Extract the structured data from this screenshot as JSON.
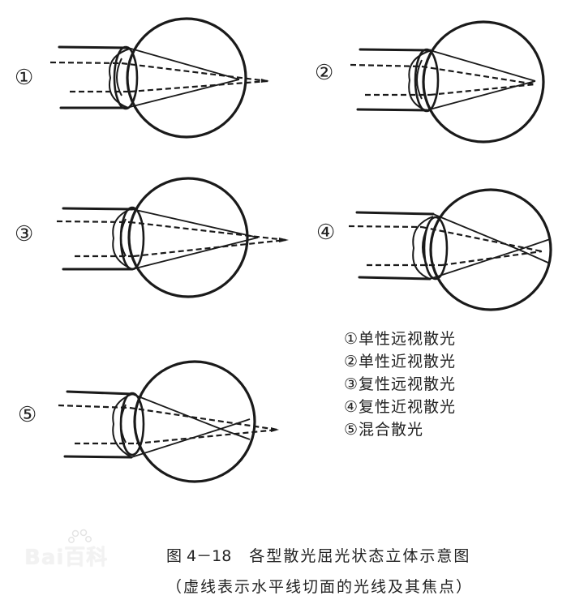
{
  "figure": {
    "number": "图 4－18",
    "title": "各型散光屈光状态立体示意图",
    "subtitle": "（虚线表示水平线切面的光线及其焦点）"
  },
  "panels": [
    {
      "label": "①",
      "name": "单性远视散光"
    },
    {
      "label": "②",
      "name": "单性近视散光"
    },
    {
      "label": "③",
      "name": "复性远视散光"
    },
    {
      "label": "④",
      "name": "复性近视散光"
    },
    {
      "label": "⑤",
      "name": "混合散光"
    }
  ],
  "legend": {
    "items": [
      "①单性远视散光",
      "②单性近视散光",
      "③复性远视散光",
      "④复性近视散光",
      "⑤混合散光"
    ]
  },
  "line_styles": {
    "solid": "vertical meridian rays",
    "dashed": "horizontal meridian rays"
  },
  "watermark": {
    "text": "Bai百科",
    "icon": "paw-icon"
  },
  "colors": {
    "ink": "#1a1a1a",
    "background": "#ffffff",
    "watermark": "#f0f0f0"
  }
}
